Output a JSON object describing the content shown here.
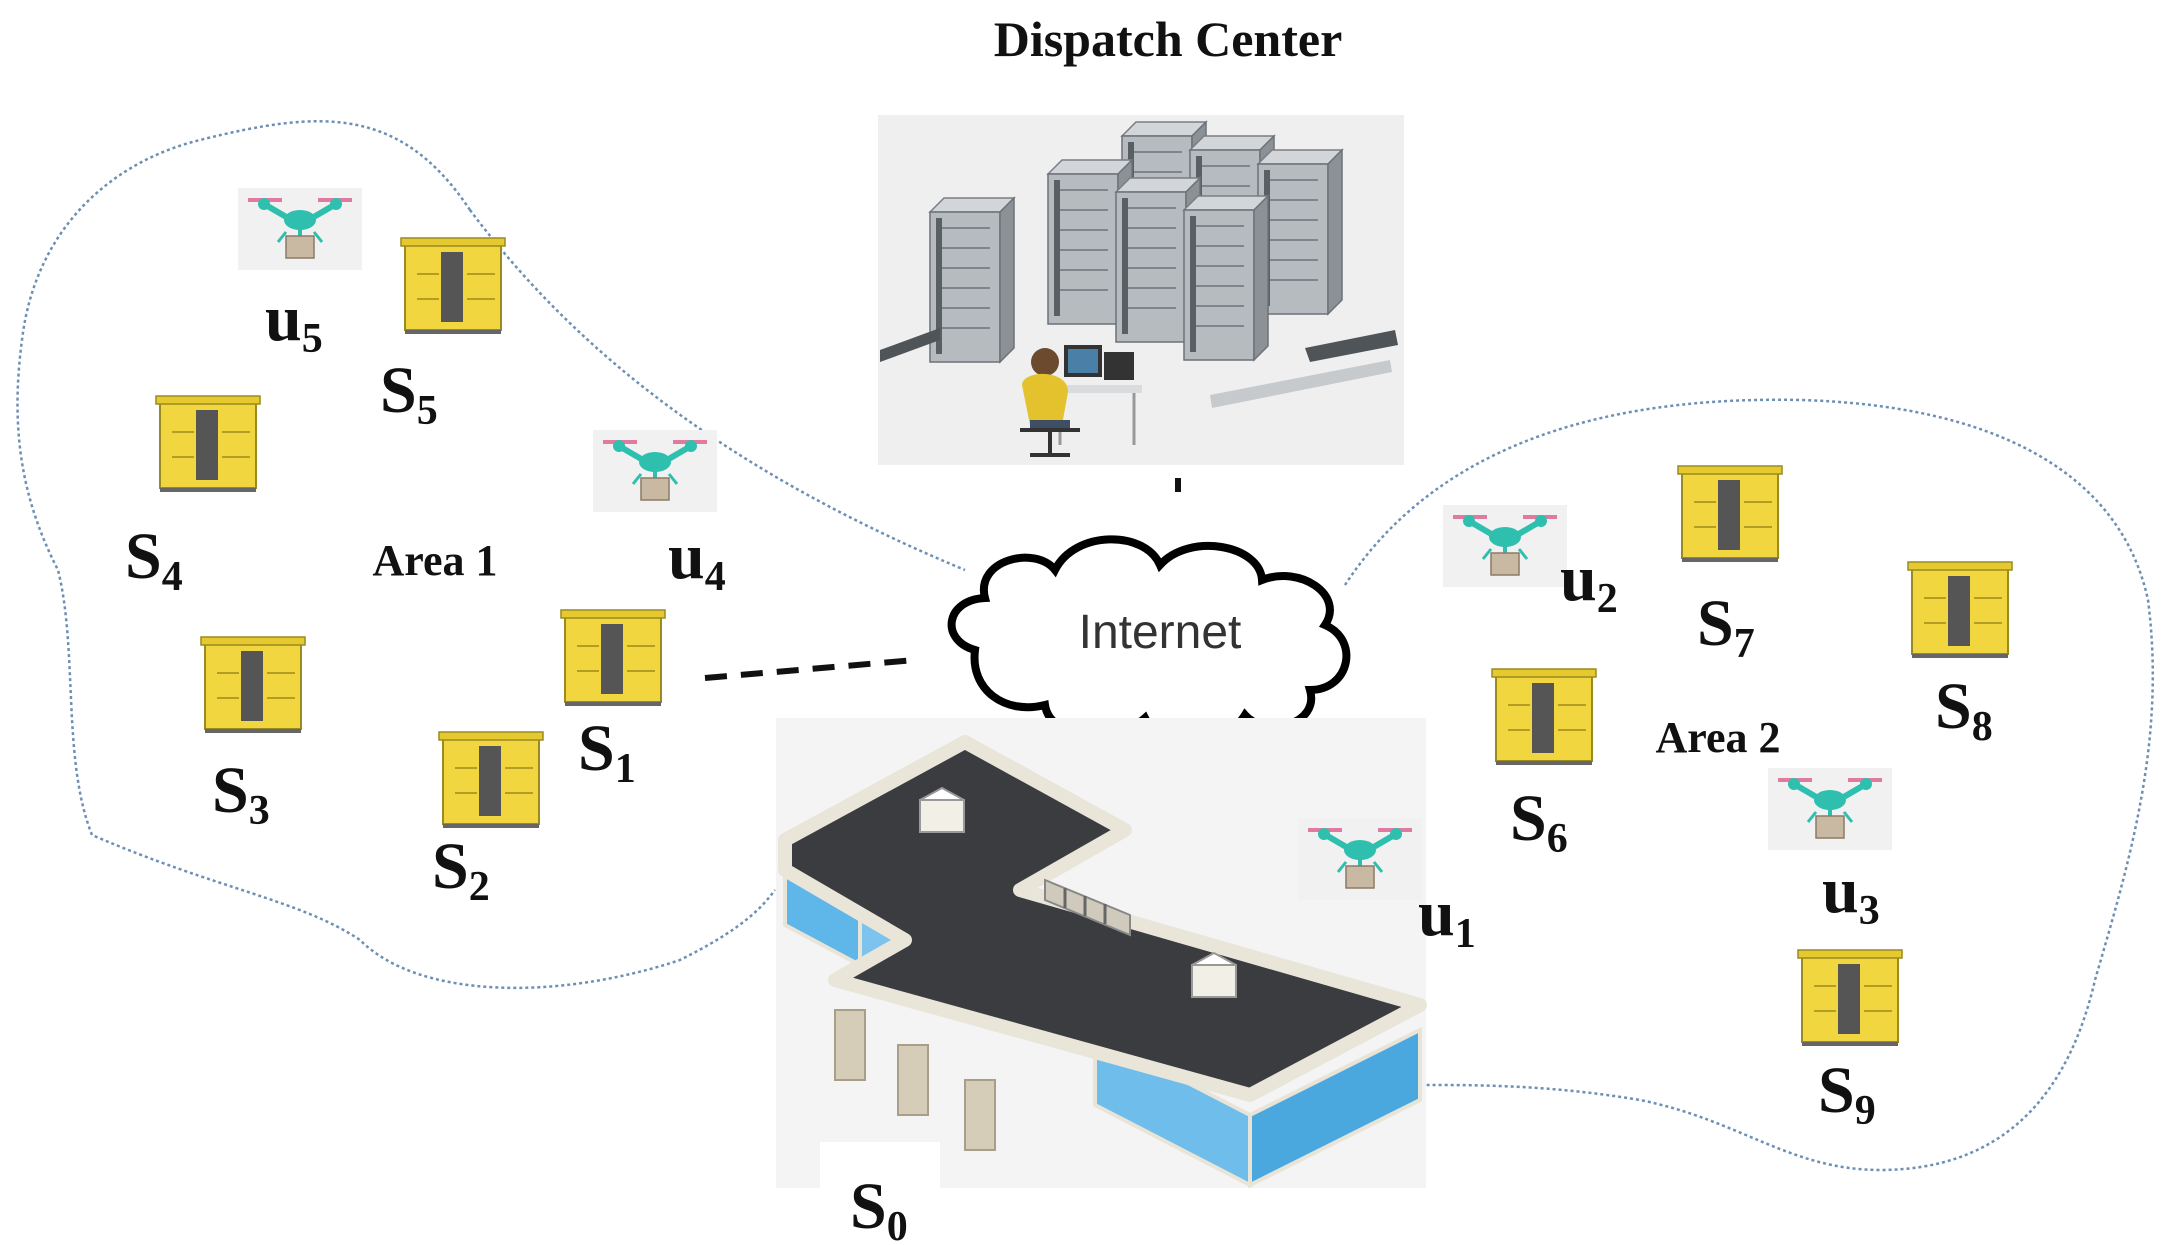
{
  "title": "Dispatch Center",
  "network_label": "Internet",
  "areas": [
    {
      "label": "Area 1"
    },
    {
      "label": "Area 2"
    }
  ],
  "depot": {
    "base": "S",
    "sub": "0"
  },
  "stations": [
    {
      "base": "S",
      "sub": "1"
    },
    {
      "base": "S",
      "sub": "2"
    },
    {
      "base": "S",
      "sub": "3"
    },
    {
      "base": "S",
      "sub": "4"
    },
    {
      "base": "S",
      "sub": "5"
    },
    {
      "base": "S",
      "sub": "6"
    },
    {
      "base": "S",
      "sub": "7"
    },
    {
      "base": "S",
      "sub": "8"
    },
    {
      "base": "S",
      "sub": "9"
    }
  ],
  "drones": [
    {
      "base": "u",
      "sub": "1"
    },
    {
      "base": "u",
      "sub": "2"
    },
    {
      "base": "u",
      "sub": "3"
    },
    {
      "base": "u",
      "sub": "4"
    },
    {
      "base": "u",
      "sub": "5"
    }
  ],
  "icons": {
    "server": "server-rack-icon",
    "operator": "operator-workstation-icon",
    "cloud": "cloud-icon",
    "warehouse": "warehouse-building-icon",
    "locker": "parcel-locker-icon",
    "drone": "delivery-drone-icon"
  },
  "colors": {
    "locker": "#f2d640",
    "drone": "#2fbfae",
    "roof": "#3b3c3f",
    "glass": "#5fb6e8",
    "boundary": "#6d8fb4"
  }
}
